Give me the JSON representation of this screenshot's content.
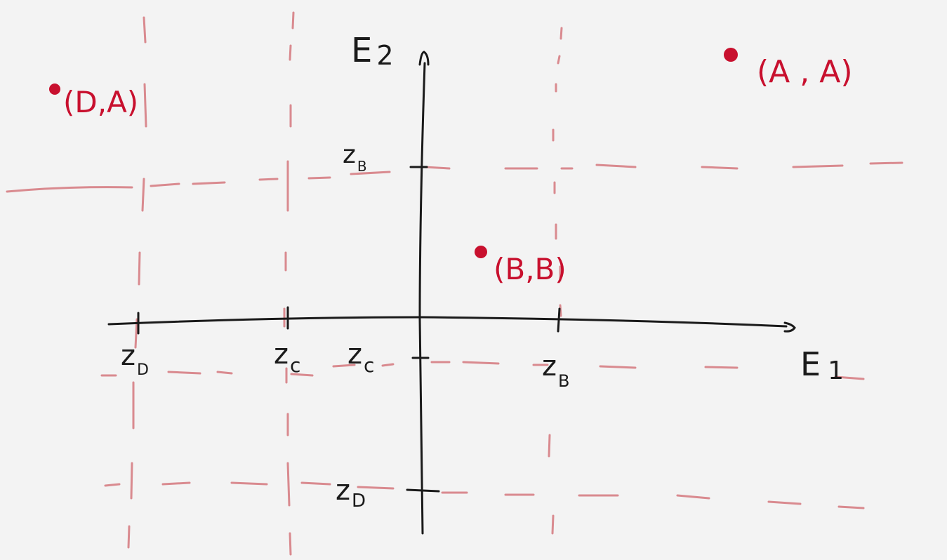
{
  "axes": {
    "x_label_main": "E",
    "x_label_sub": "1",
    "y_label_main": "E",
    "y_label_sub": "2"
  },
  "ticks": {
    "x_zd_main": "z",
    "x_zd_sub": "D",
    "x_zc_left_main": "z",
    "x_zc_left_sub": "c",
    "x_zc_right_main": "z",
    "x_zc_right_sub": "c",
    "x_zb_main": "z",
    "x_zb_sub": "B",
    "y_zb_main": "z",
    "y_zb_sub": "B",
    "y_zd_main": "z",
    "y_zd_sub": "D"
  },
  "points": {
    "da": "(D,A)",
    "aa": "(A , A)",
    "bb": "(B,B)"
  },
  "colors": {
    "ink": "#1a1a1a",
    "accent": "#c8102e",
    "guide": "#d98a8f",
    "paper": "#f3f3f3"
  }
}
